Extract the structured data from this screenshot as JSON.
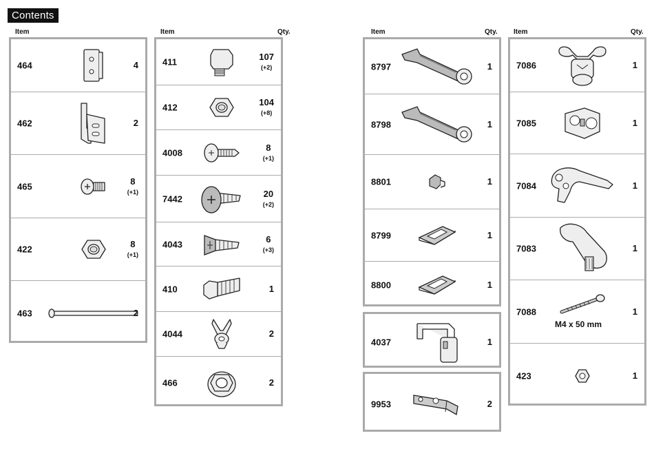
{
  "title": "Contents",
  "headers": {
    "item": "Item",
    "qty": "Qty."
  },
  "panels": [
    {
      "rows": [
        {
          "num": "464",
          "qty": "4",
          "extra": "",
          "icon": "hinge-plate-icon"
        },
        {
          "num": "462",
          "qty": "2",
          "extra": "",
          "icon": "angle-bracket-icon"
        },
        {
          "num": "465",
          "qty": "8",
          "extra": "(+1)",
          "icon": "round-head-screw-icon"
        },
        {
          "num": "422",
          "qty": "8",
          "extra": "(+1)",
          "icon": "hex-nut-icon"
        },
        {
          "num": "463",
          "qty": "2",
          "extra": "",
          "icon": "long-pin-icon"
        }
      ]
    },
    {
      "rows": [
        {
          "num": "411",
          "qty": "107",
          "extra": "(+2)",
          "icon": "square-head-bolt-icon"
        },
        {
          "num": "412",
          "qty": "104",
          "extra": "(+8)",
          "icon": "hex-nut-icon"
        },
        {
          "num": "4008",
          "qty": "8",
          "extra": "(+1)",
          "icon": "washer-head-screw-icon"
        },
        {
          "num": "7442",
          "qty": "20",
          "extra": "(+2)",
          "icon": "large-phillips-screw-icon"
        },
        {
          "num": "4043",
          "qty": "6",
          "extra": "(+3)",
          "icon": "countersunk-screw-icon"
        },
        {
          "num": "410",
          "qty": "1",
          "extra": "",
          "icon": "hex-bolt-icon"
        },
        {
          "num": "4044",
          "qty": "2",
          "extra": "",
          "icon": "wing-nut-icon"
        },
        {
          "num": "466",
          "qty": "2",
          "extra": "",
          "icon": "flange-nut-icon"
        }
      ]
    },
    {
      "rows": [
        {
          "num": "8797",
          "qty": "1",
          "extra": "",
          "icon": "lever-arm-icon"
        },
        {
          "num": "8798",
          "qty": "1",
          "extra": "",
          "icon": "lever-arm-icon"
        },
        {
          "num": "8801",
          "qty": "1",
          "extra": "",
          "icon": "small-clip-icon"
        },
        {
          "num": "8799",
          "qty": "1",
          "extra": "",
          "icon": "spring-clip-icon"
        },
        {
          "num": "8800",
          "qty": "1",
          "extra": "",
          "icon": "spring-clip-icon"
        }
      ]
    },
    {
      "rows": [
        {
          "num": "4037",
          "qty": "1",
          "extra": "",
          "icon": "hook-bracket-icon"
        }
      ]
    },
    {
      "rows": [
        {
          "num": "9953",
          "qty": "2",
          "extra": "",
          "icon": "strap-bracket-icon"
        }
      ]
    },
    {
      "rows": [
        {
          "num": "7086",
          "qty": "1",
          "extra": "",
          "icon": "wing-clamp-icon"
        },
        {
          "num": "7085",
          "qty": "1",
          "extra": "",
          "icon": "clamp-bracket-icon"
        },
        {
          "num": "7084",
          "qty": "1",
          "extra": "",
          "icon": "curved-arm-icon"
        },
        {
          "num": "7083",
          "qty": "1",
          "extra": "",
          "icon": "cover-arm-icon"
        },
        {
          "num": "7088",
          "qty": "1",
          "extra": "",
          "icon": "long-screw-icon",
          "dimension": "M4 x 50 mm"
        },
        {
          "num": "423",
          "qty": "1",
          "extra": "",
          "icon": "small-hex-nut-icon"
        }
      ]
    }
  ]
}
